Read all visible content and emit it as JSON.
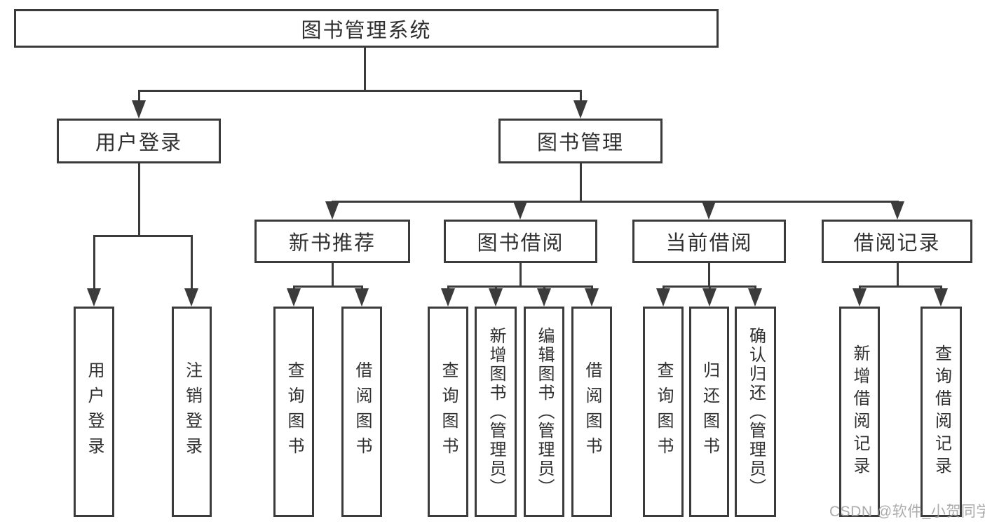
{
  "diagram": {
    "root": {
      "label": "图书管理系统"
    },
    "branches": [
      {
        "label": "用户登录",
        "children": [
          {
            "label": "用户登录"
          },
          {
            "label": "注销登录"
          }
        ]
      },
      {
        "label": "图书管理",
        "children": [
          {
            "label": "新书推荐",
            "children": [
              {
                "label": "查询图书"
              },
              {
                "label": "借阅图书"
              }
            ]
          },
          {
            "label": "图书借阅",
            "children": [
              {
                "label": "查询图书"
              },
              {
                "label": "新增图书（管理员）"
              },
              {
                "label": "编辑图书（管理员）"
              },
              {
                "label": "借阅图书"
              }
            ]
          },
          {
            "label": "当前借阅",
            "children": [
              {
                "label": "查询图书"
              },
              {
                "label": "归还图书"
              },
              {
                "label": "确认归还（管理员）"
              }
            ]
          },
          {
            "label": "借阅记录",
            "children": [
              {
                "label": "新增借阅记录"
              },
              {
                "label": "查询借阅记录"
              }
            ]
          }
        ]
      }
    ]
  },
  "watermark": {
    "text": "CSDN @软件_小贺同学"
  },
  "colors": {
    "line": "#3b3b3b",
    "box_border": "#3b3b3b",
    "text": "#303030",
    "background": "#ffffff",
    "watermark": "#a3a3a3"
  }
}
